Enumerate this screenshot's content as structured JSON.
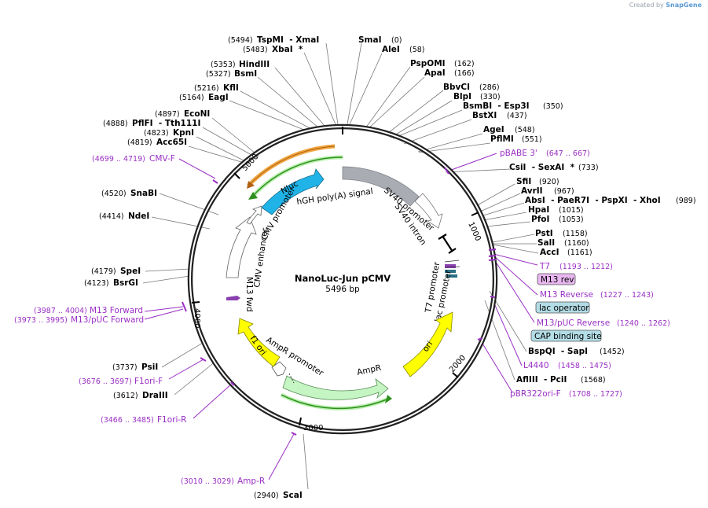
{
  "brand": {
    "prefix": "Created by",
    "name": "SnapGene"
  },
  "plasmid": {
    "name": "NanoLuc-Jun pCMV",
    "size": "5496 bp"
  },
  "ticks": [
    "1000",
    "2000",
    "3000",
    "4000",
    "5000"
  ],
  "features": {
    "luc": "Nluc",
    "polyA": "hGH poly(A) signal",
    "sv40p": "SV40 promoter",
    "sv40i": "SV40 intron",
    "t7p": "T7 promoter",
    "lacp": "lac promoter",
    "ori": "ori",
    "ampr": "AmpR",
    "amprp": "AmpR promoter",
    "f1": "f1 ori",
    "m13": "M13 fwd",
    "cmve": "CMV enhancer",
    "cmvp": "CMV promoter"
  },
  "enzymes": [
    {
      "name": "TspMI  - XmaI",
      "pos": "(5494)"
    },
    {
      "name": "XbaI  *",
      "pos": "(5483)"
    },
    {
      "name": "SmaI",
      "pos": "(0)"
    },
    {
      "name": "AleI",
      "pos": "(58)"
    },
    {
      "name": "HindIII",
      "pos": "(5353)"
    },
    {
      "name": "BsmI",
      "pos": "(5327)"
    },
    {
      "name": "PspOMI",
      "pos": "(162)"
    },
    {
      "name": "ApaI",
      "pos": "(166)"
    },
    {
      "name": "KflI",
      "pos": "(5216)"
    },
    {
      "name": "EagI",
      "pos": "(5164)"
    },
    {
      "name": "BbvCI",
      "pos": "(286)"
    },
    {
      "name": "BlpI",
      "pos": "(330)"
    },
    {
      "name": "BsmBI  - Esp3I",
      "pos": "(350)"
    },
    {
      "name": "BstXI",
      "pos": "(437)"
    },
    {
      "name": "EcoNI",
      "pos": "(4897)"
    },
    {
      "name": "PflFI  - Tth111I",
      "pos": "(4888)"
    },
    {
      "name": "KpnI",
      "pos": "(4823)"
    },
    {
      "name": "Acc65I",
      "pos": "(4819)"
    },
    {
      "name": "AgeI",
      "pos": "(548)"
    },
    {
      "name": "PflMI",
      "pos": "(551)"
    },
    {
      "name": "CsiI  - SexAI  *",
      "pos": "(733)"
    },
    {
      "name": "SfiI",
      "pos": "(920)"
    },
    {
      "name": "AvrII",
      "pos": "(967)"
    },
    {
      "name": "AbsI  - PaeR7I  - PspXI  - XhoI",
      "pos": "(989)"
    },
    {
      "name": "HpaI",
      "pos": "(1015)"
    },
    {
      "name": "PfoI",
      "pos": "(1053)"
    },
    {
      "name": "SnaBI",
      "pos": "(4520)"
    },
    {
      "name": "NdeI",
      "pos": "(4414)"
    },
    {
      "name": "PstI",
      "pos": "(1158)"
    },
    {
      "name": "SalI",
      "pos": "(1160)"
    },
    {
      "name": "AccI",
      "pos": "(1161)"
    },
    {
      "name": "SpeI",
      "pos": "(4179)"
    },
    {
      "name": "BsrGI",
      "pos": "(4123)"
    },
    {
      "name": "BspQI  - SapI",
      "pos": "(1452)"
    },
    {
      "name": "PsiI",
      "pos": "(3737)"
    },
    {
      "name": "AflIII  - PciI",
      "pos": "(1568)"
    },
    {
      "name": "DraIII",
      "pos": "(3612)"
    },
    {
      "name": "ScaI",
      "pos": "(2940)"
    }
  ],
  "primers": [
    {
      "name": "pBABE 3'",
      "range": "(647 .. 667)"
    },
    {
      "name": "CMV-F",
      "range": "(4699 .. 4719)"
    },
    {
      "name": "T7",
      "range": "(1193 .. 1212)"
    },
    {
      "name": "M13 Reverse",
      "range": "(1227 .. 1243)"
    },
    {
      "name": "M13/pUC Reverse",
      "range": "(1240 .. 1262)"
    },
    {
      "name": "M13 Forward",
      "range": "(3987 .. 4004)"
    },
    {
      "name": "M13/pUC Forward",
      "range": "(3973 .. 3995)"
    },
    {
      "name": "L4440",
      "range": "(1458 .. 1475)"
    },
    {
      "name": "pBR322ori-F",
      "range": "(1708 .. 1727)"
    },
    {
      "name": "F1ori-F",
      "range": "(3676 .. 3697)"
    },
    {
      "name": "F1ori-R",
      "range": "(3466 .. 3485)"
    },
    {
      "name": "Amp-R",
      "range": "(3010 .. 3029)"
    }
  ],
  "boxes": [
    {
      "name": "M13 rev",
      "fill": "#e9b7f0"
    },
    {
      "name": "lac operator",
      "fill": "#b3dde6"
    },
    {
      "name": "CAP binding site",
      "fill": "#b3dde6"
    }
  ],
  "colors": {
    "backbone": "#222222",
    "primer": "#9a2fc4",
    "nluc": "#1fb3e8",
    "ori": "#ffff00",
    "f1": "#ffff00",
    "ampr": "#c6f5c4",
    "sv40": "#a9adb3",
    "orange": "#f0a640",
    "green_primer": "#2f8f1e"
  }
}
